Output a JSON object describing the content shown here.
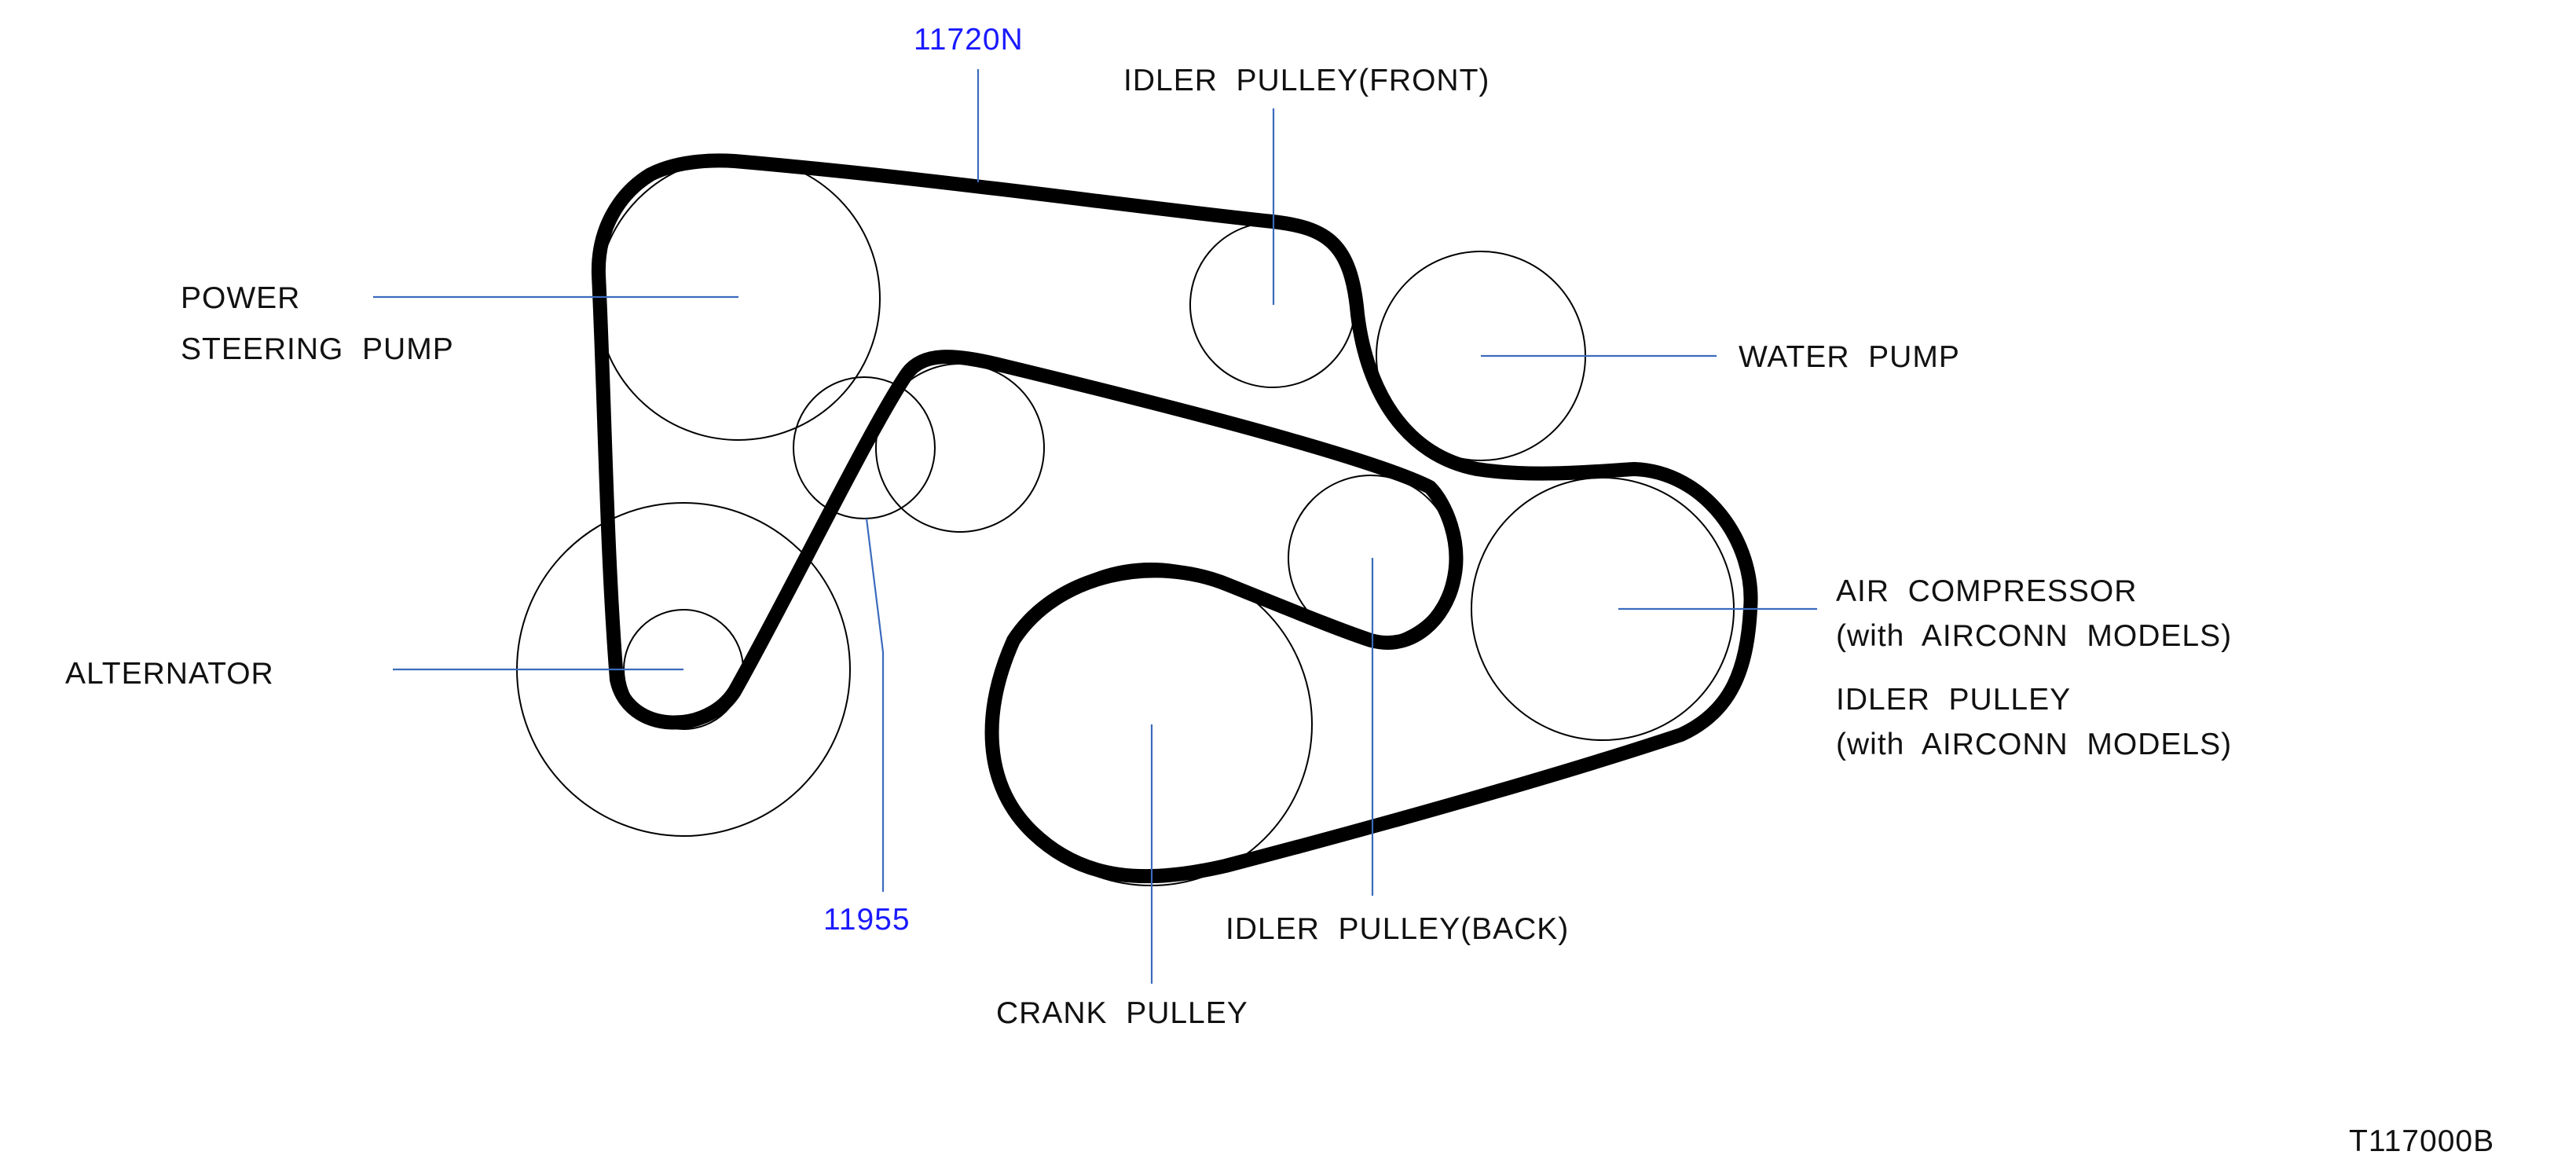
{
  "part_numbers": {
    "belt_top": "11720N",
    "belt_bottom": "11955"
  },
  "labels": {
    "idler_front": "IDLER  PULLEY(FRONT)",
    "power_steering_line1": "POWER",
    "power_steering_line2": "STEERING  PUMP",
    "water_pump": "WATER  PUMP",
    "alternator": "ALTERNATOR",
    "air_compressor_line1": "AIR  COMPRESSOR",
    "air_compressor_line2": "(with  AIRCONN  MODELS)",
    "idler_airconn_line1": "IDLER  PULLEY",
    "idler_airconn_line2": "(with  AIRCONN  MODELS)",
    "idler_back": "IDLER  PULLEY(BACK)",
    "crank_pulley": "CRANK  PULLEY"
  },
  "figure_id": "T117000B",
  "colors": {
    "part_number": "#1a1aff",
    "leader_line": "#3b6bbd",
    "belt": "#000000",
    "text": "#111111"
  }
}
